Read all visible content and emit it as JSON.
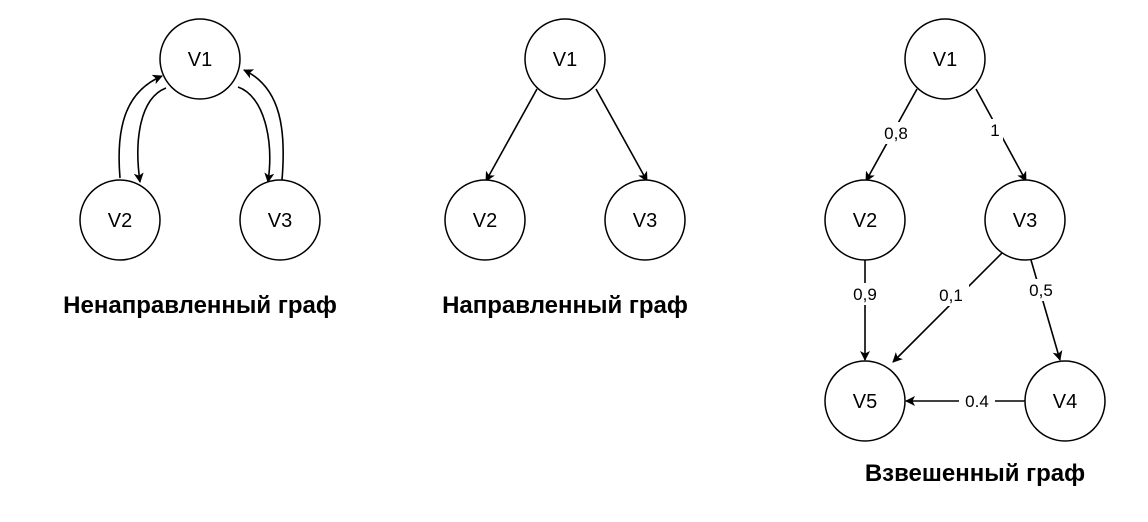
{
  "colors": {
    "stroke": "#000000",
    "fill": "#ffffff",
    "text": "#000000"
  },
  "graphs": {
    "undirected": {
      "caption": "Ненаправленный граф",
      "nodes": {
        "v1": "V1",
        "v2": "V2",
        "v3": "V3"
      }
    },
    "directed": {
      "caption": "Направленный граф",
      "nodes": {
        "v1": "V1",
        "v2": "V2",
        "v3": "V3"
      }
    },
    "weighted": {
      "caption": "Взвешенный граф",
      "nodes": {
        "v1": "V1",
        "v2": "V2",
        "v3": "V3",
        "v4": "V4",
        "v5": "V5"
      },
      "weights": {
        "v1_v2": "0,8",
        "v1_v3": "1",
        "v2_v5": "0,9",
        "v3_v5": "0,1",
        "v3_v4": "0,5",
        "v4_v5": "0.4"
      }
    }
  }
}
